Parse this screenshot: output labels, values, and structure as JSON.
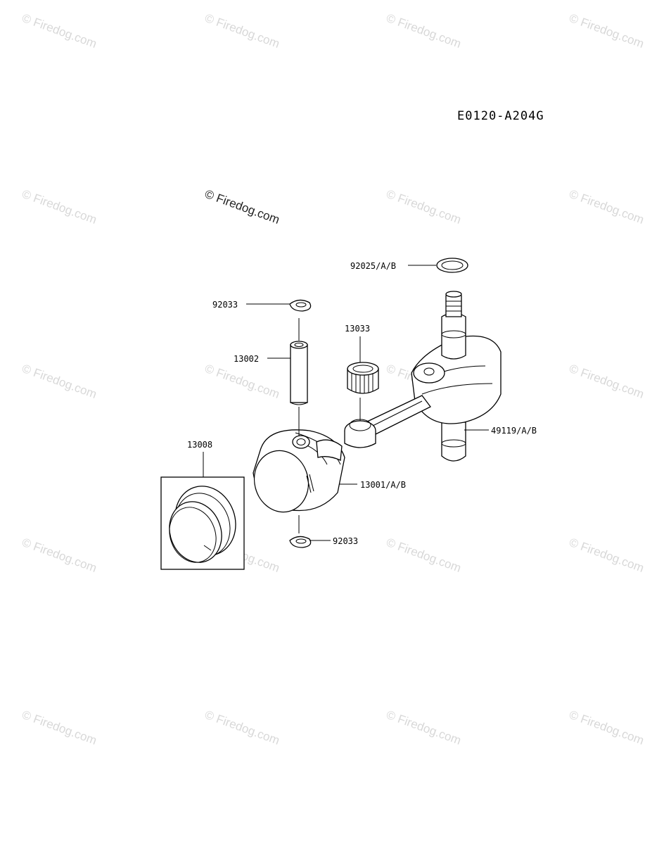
{
  "diagram_code": "E0120-A204G",
  "watermark_text": "© Firedog.com",
  "callouts": {
    "oring_top": "92025/A/B",
    "clip_top": "92033",
    "bearing": "13033",
    "pin": "13002",
    "rings": "13008",
    "crank": "49119/A/B",
    "piston": "13001/A/B",
    "clip_bottom": "92033"
  }
}
